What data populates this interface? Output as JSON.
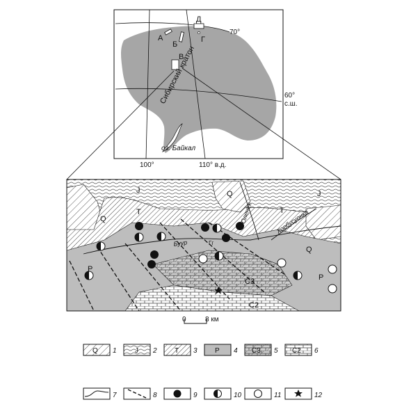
{
  "inset_map": {
    "craton_label": "Сибирский кратон",
    "lake_label": "оз. Байкал",
    "area_labels": [
      "А",
      "Б",
      "В",
      "Г",
      "Д"
    ],
    "lat_70": "70°",
    "lat_60": "60°",
    "lat_60_suffix": "с.ш.",
    "lon_100": "100°",
    "lon_110": "110° в.д."
  },
  "detail_map": {
    "unit_labels": {
      "J_left": "J",
      "J_right": "J",
      "Q_left": "Q",
      "Q_center": "Q",
      "Q_right": "Q",
      "T_left": "T",
      "T_right": "T",
      "P_left": "P",
      "P_right": "P",
      "C3": "C3",
      "C2": "C2"
    },
    "river_labels": {
      "buur": "Буур",
      "olenek": "Оленек",
      "khorbusuonka": "Хорбусуонка"
    },
    "point_label": "Гг"
  },
  "scale_bar": {
    "zero": "0",
    "value": "8 км"
  },
  "legend": {
    "items": [
      {
        "num": "1",
        "code": "Q",
        "pattern": "diag"
      },
      {
        "num": "2",
        "code": "J",
        "pattern": "wave"
      },
      {
        "num": "3",
        "code": "T",
        "pattern": "diag2"
      },
      {
        "num": "4",
        "code": "P",
        "pattern": "gray"
      },
      {
        "num": "5",
        "code": "C3",
        "pattern": "brickH"
      },
      {
        "num": "6",
        "code": "C2",
        "pattern": "brick"
      },
      {
        "num": "7",
        "code": "",
        "pattern": "contact"
      },
      {
        "num": "8",
        "code": "",
        "pattern": "fault"
      },
      {
        "num": "9",
        "code": "",
        "pattern": "dot-filled"
      },
      {
        "num": "10",
        "code": "",
        "pattern": "dot-half"
      },
      {
        "num": "11",
        "code": "",
        "pattern": "dot-empty"
      },
      {
        "num": "12",
        "code": "",
        "pattern": "star"
      }
    ]
  },
  "colors": {
    "craton_gray": "#a6a6a6",
    "rock_gray": "#bdbdbd",
    "line": "#111111"
  }
}
